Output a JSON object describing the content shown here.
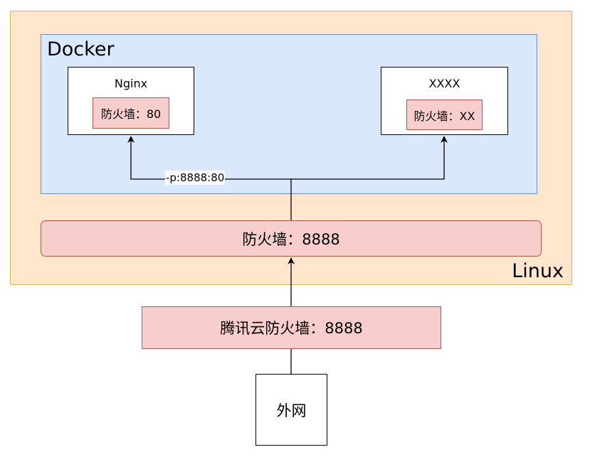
{
  "linux": {
    "label": "Linux"
  },
  "docker": {
    "label": "Docker"
  },
  "containers": [
    {
      "title": "Nginx",
      "firewall": "防火墙：80"
    },
    {
      "title": "XXXX",
      "firewall": "防火墙：XX"
    }
  ],
  "port_mapping": "-p:8888:80",
  "linux_firewall": "防火墙：8888",
  "cloud_firewall": "腾讯云防火墙：8888",
  "internet": "外网",
  "colors": {
    "linux_fill": "#ffe6cc",
    "linux_border": "#d6b656",
    "docker_fill": "#dae8fc",
    "docker_border": "#6c8ebf",
    "firewall_fill": "#f8cecc",
    "firewall_border": "#b85450"
  }
}
